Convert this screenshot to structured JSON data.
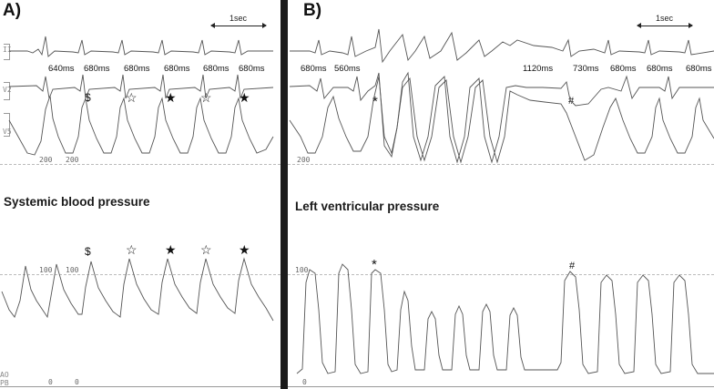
{
  "panel_a": {
    "label": "A)",
    "scale": "1sec",
    "intervals": [
      "640ms",
      "680ms",
      "680ms",
      "680ms",
      "680ms",
      "680ms"
    ],
    "ecg_markers": [
      "$",
      "☆",
      "★",
      "☆",
      "★"
    ],
    "ref_200": [
      "200",
      "200"
    ],
    "caption": "Systemic blood pressure",
    "bp_markers": [
      "$",
      "☆",
      "★",
      "☆",
      "★"
    ],
    "ref_100": [
      "100",
      "100"
    ],
    "ref_0": [
      "0",
      "0"
    ],
    "leads": {
      "ii": "II",
      "v2": "V2",
      "v5": "V5",
      "ao": "AO",
      "pb": "PB"
    }
  },
  "panel_b": {
    "label": "B)",
    "scale": "1sec",
    "intervals": [
      "680ms",
      "560ms",
      "1120ms",
      "730ms",
      "680ms",
      "680ms",
      "680ms"
    ],
    "ecg_markers": [
      "*",
      "#"
    ],
    "ref_200": "200",
    "caption": "Left ventricular pressure",
    "lv_markers": [
      "*",
      "#"
    ],
    "ref_100": "100",
    "ref_0": "0"
  },
  "colors": {
    "trace": "#555555",
    "grid": "#bbbbbb",
    "divider": "#1a1a1a"
  }
}
